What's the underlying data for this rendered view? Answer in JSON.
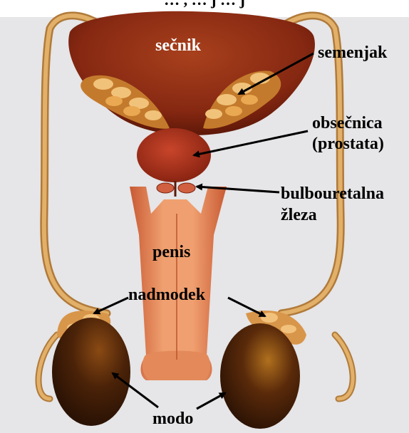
{
  "top_caption": "… ,  …   j   …   j",
  "labels": {
    "secnik": "sečnik",
    "semenjak": "semenjak",
    "obsecnica": "obsečnica",
    "prostata": "(prostata)",
    "bulbouretalna": "bulbouretalna",
    "zleza": "žleza",
    "penis": "penis",
    "nadmodek": "nadmodek",
    "modo": "modo"
  },
  "colors": {
    "background": "#e6e5e7",
    "bladder": "#8a2a12",
    "vas_deferens": "#d9a35a",
    "seminal_vesicle": "#e8a24a",
    "prostate": "#a3301a",
    "penis": "#e07848",
    "testis": "#3b1a08",
    "arrow": "#000000"
  }
}
